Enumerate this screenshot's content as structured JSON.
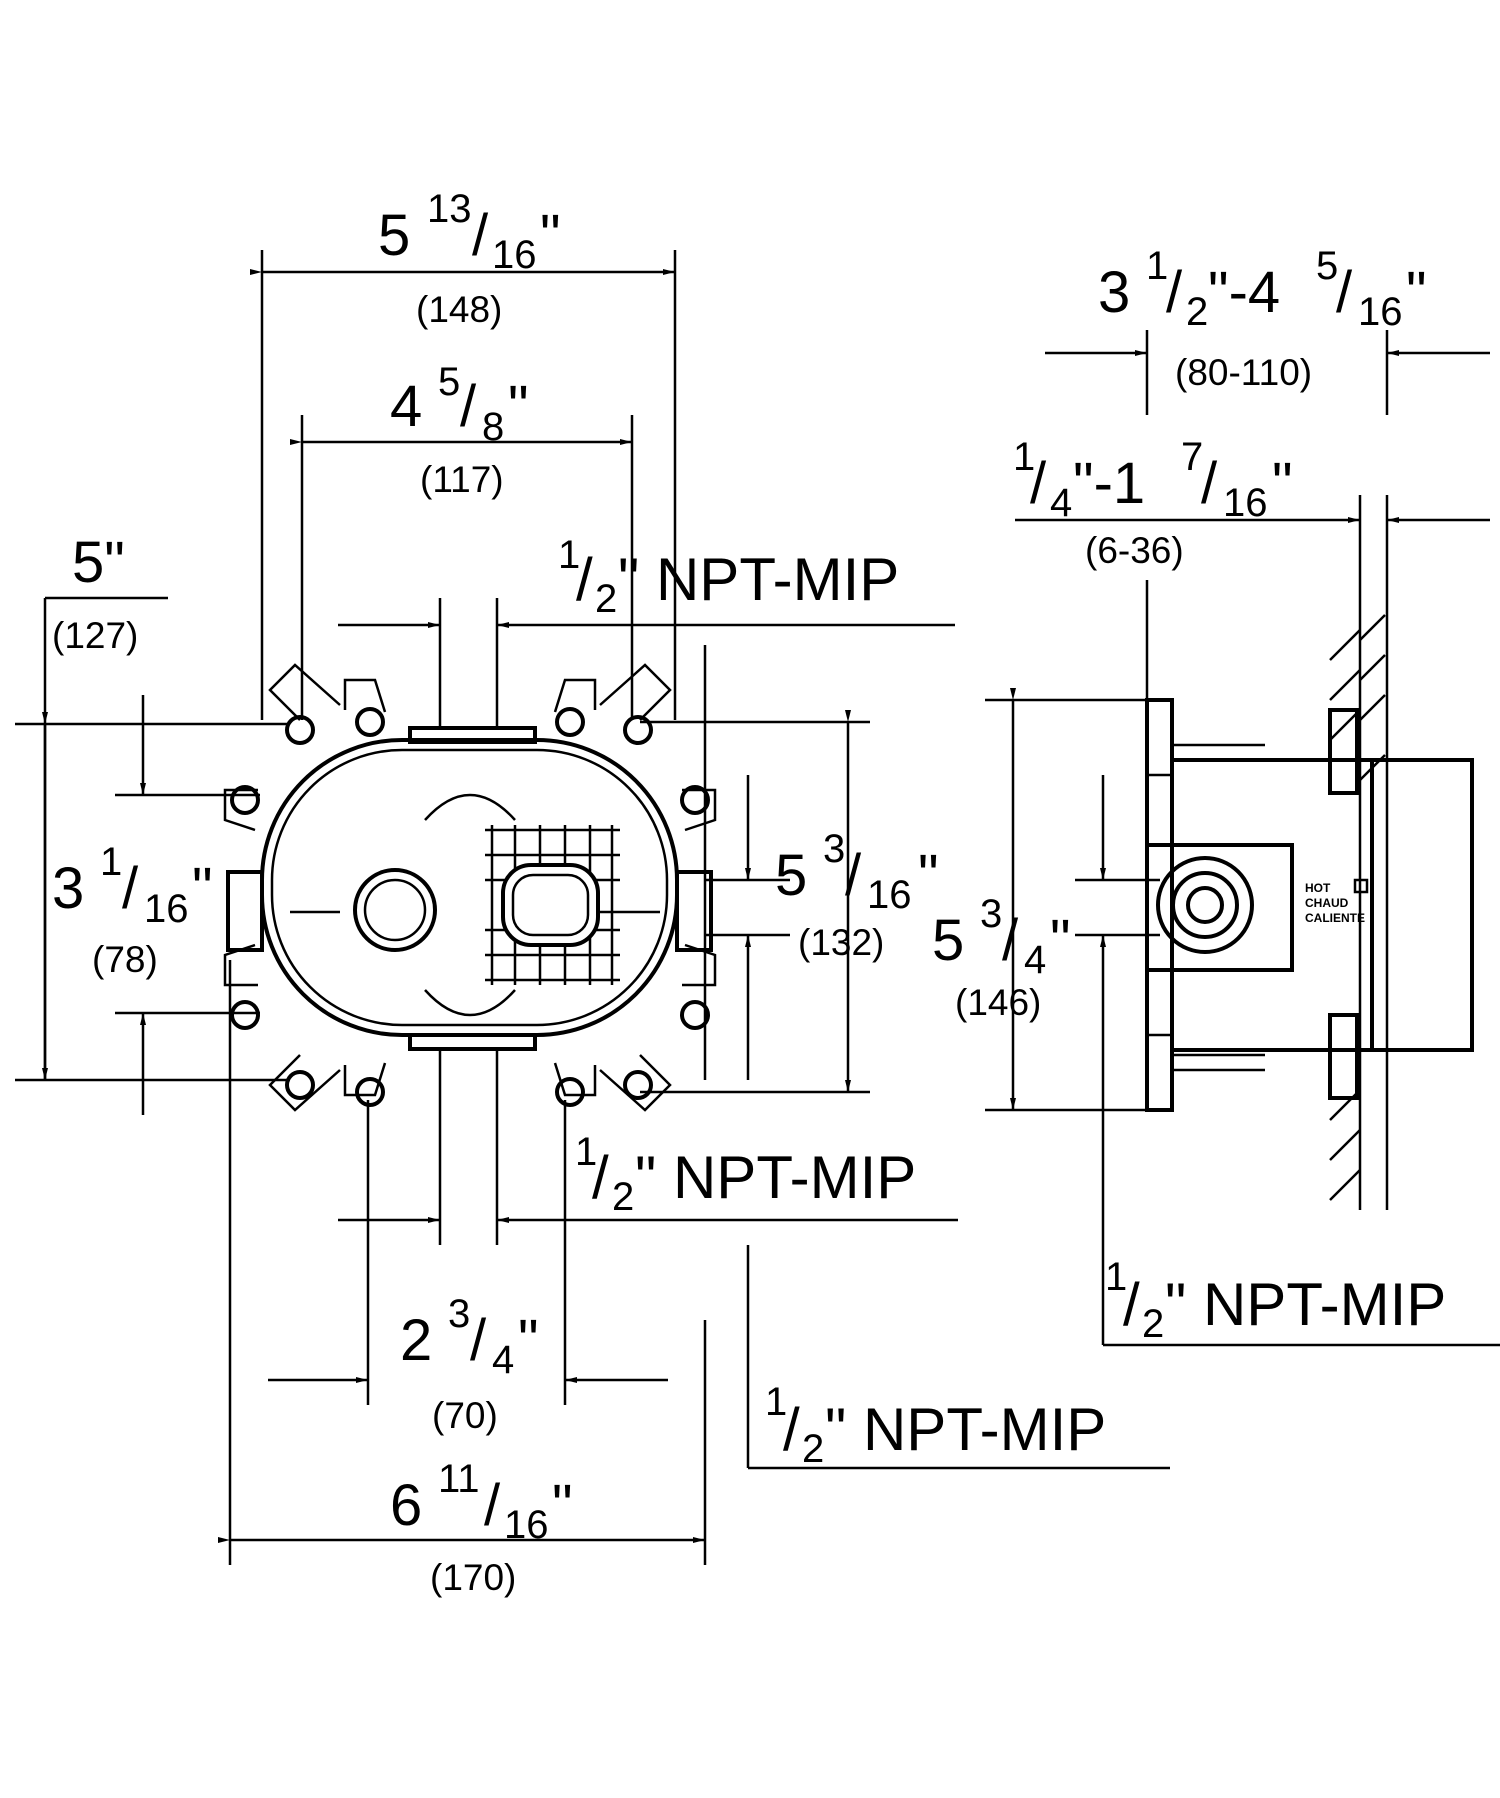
{
  "dimensions": {
    "width_outer": {
      "whole": "5",
      "num": "13",
      "den": "16",
      "suffix": "\"",
      "mm": "(148)"
    },
    "width_inner": {
      "whole": "4",
      "num": "5",
      "den": "8",
      "suffix": "\"",
      "mm": "(117)"
    },
    "height_outer": {
      "whole": "5\"",
      "mm": "(127)"
    },
    "height_inner": {
      "whole": "3",
      "num": "1",
      "den": "16",
      "suffix": "\"",
      "mm": "(78)"
    },
    "height_right": {
      "whole": "5",
      "num": "3",
      "den": "16",
      "suffix": "\"",
      "mm": "(132)"
    },
    "spacing_bottom": {
      "whole": "2",
      "num": "3",
      "den": "4",
      "suffix": "\"",
      "mm": "(70)"
    },
    "width_total": {
      "whole": "6",
      "num": "11",
      "den": "16",
      "suffix": "\"",
      "mm": "(170)"
    },
    "side_height": {
      "whole": "5",
      "num": "3",
      "den": "4",
      "suffix": "\"",
      "mm": "(146)"
    },
    "depth_range": {
      "a_whole": "3",
      "a_num": "1",
      "a_den": "2",
      "mid": "\"-4",
      "b_num": "5",
      "b_den": "16",
      "suffix": "\"",
      "mm": "(80-110)"
    },
    "wall_range": {
      "a_num": "1",
      "a_den": "4",
      "mid": "\"-1",
      "b_num": "7",
      "b_den": "16",
      "suffix": "\"",
      "mm": "(6-36)"
    }
  },
  "callouts": {
    "npt_top": {
      "num": "1",
      "den": "2",
      "text": "\" NPT-MIP"
    },
    "npt_bottom": {
      "num": "1",
      "den": "2",
      "text": "\" NPT-MIP"
    },
    "npt_side": {
      "num": "1",
      "den": "2",
      "text": "\" NPT-MIP"
    },
    "npt_lower": {
      "num": "1",
      "den": "2",
      "text": "\" NPT-MIP"
    }
  },
  "label_plate": {
    "line1": "HOT",
    "line2": "CHAUD",
    "line3": "CALIENTE"
  },
  "colors": {
    "ink": "#000000",
    "paper": "#ffffff"
  }
}
